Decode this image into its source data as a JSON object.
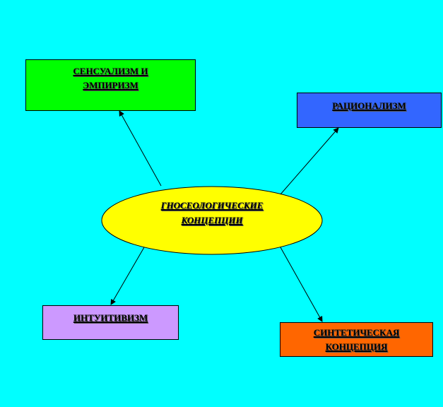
{
  "center": {
    "line1": "ГНОСЕОЛОГИЧЕСКИЕ",
    "line2": "КОНЦЕПЦИИ",
    "color": "#ffff00"
  },
  "nodes": {
    "sensualism": {
      "line1": "СЕНСУАЛИЗМ И",
      "line2": "ЭМПИРИЗМ",
      "color": "#00ff00"
    },
    "rationalism": {
      "line1": "РАЦИОНАЛИЗМ",
      "color": "#3366ff"
    },
    "intuitivism": {
      "line1": "ИНТУИТИВИЗМ",
      "color": "#cc99ff"
    },
    "synthetic": {
      "line1": "СИНТЕТИЧЕСКАЯ",
      "line2": "КОНЦЕПЦИЯ",
      "color": "#ff6600"
    }
  }
}
